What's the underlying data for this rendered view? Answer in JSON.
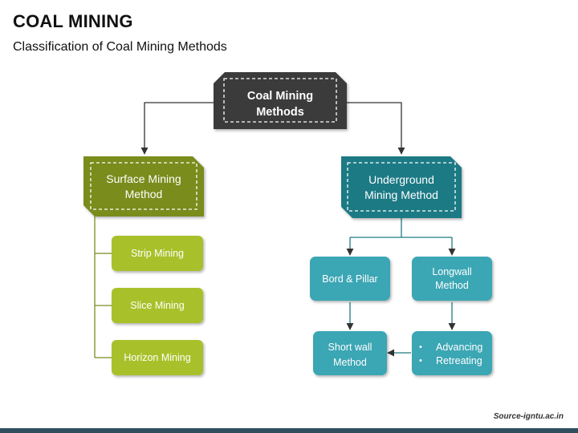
{
  "header": {
    "title": "COAL MINING",
    "subtitle": "Classification of Coal Mining Methods"
  },
  "footer": {
    "source": "Source-igntu.ac.in"
  },
  "colors": {
    "root": "#3a3a3a",
    "surface": "#7a8c1e",
    "surface_child": "#a8c12a",
    "underground": "#1f7a85",
    "underground_child": "#3ba6b4"
  },
  "diagram": {
    "root": {
      "line1": "Coal Mining",
      "line2": "Methods"
    },
    "surface": {
      "line1": "Surface Mining",
      "line2": "Method",
      "children": [
        "Strip Mining",
        "Slice Mining",
        "Horizon Mining"
      ]
    },
    "underground": {
      "line1": "Underground",
      "line2": "Mining Method",
      "bord_pillar": "Bord & Pillar",
      "longwall": {
        "line1": "Longwall",
        "line2": "Method"
      },
      "short_wall": {
        "line1": "Short wall",
        "line2": "Method"
      },
      "longwall_types": [
        "Advancing",
        "Retreating"
      ]
    }
  }
}
